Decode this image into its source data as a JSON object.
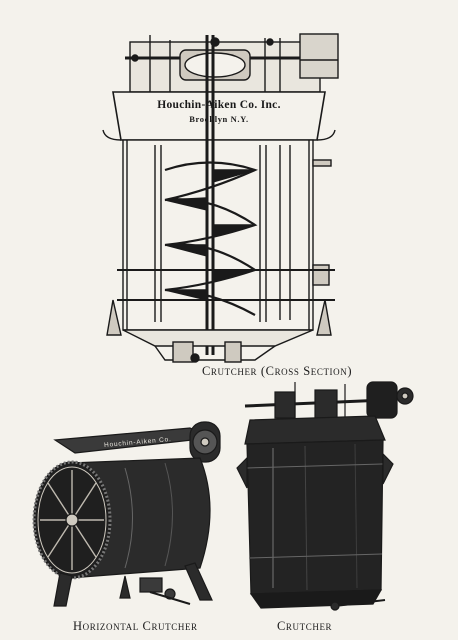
{
  "figures": {
    "cross_section": {
      "caption": "Crutcher (Cross Section)",
      "plate_maker": "Houchin-Aiken Co. Inc.",
      "plate_location": "Brooklyn N.Y."
    },
    "horizontal": {
      "caption": "Horizontal Crutcher",
      "plate_maker": "Houchin-Aiken Co."
    },
    "vertical": {
      "caption": "Crutcher"
    }
  },
  "colors": {
    "paper": "#f4f2ec",
    "ink": "#1a1a1a",
    "metal_dark": "#2b2b2b"
  }
}
